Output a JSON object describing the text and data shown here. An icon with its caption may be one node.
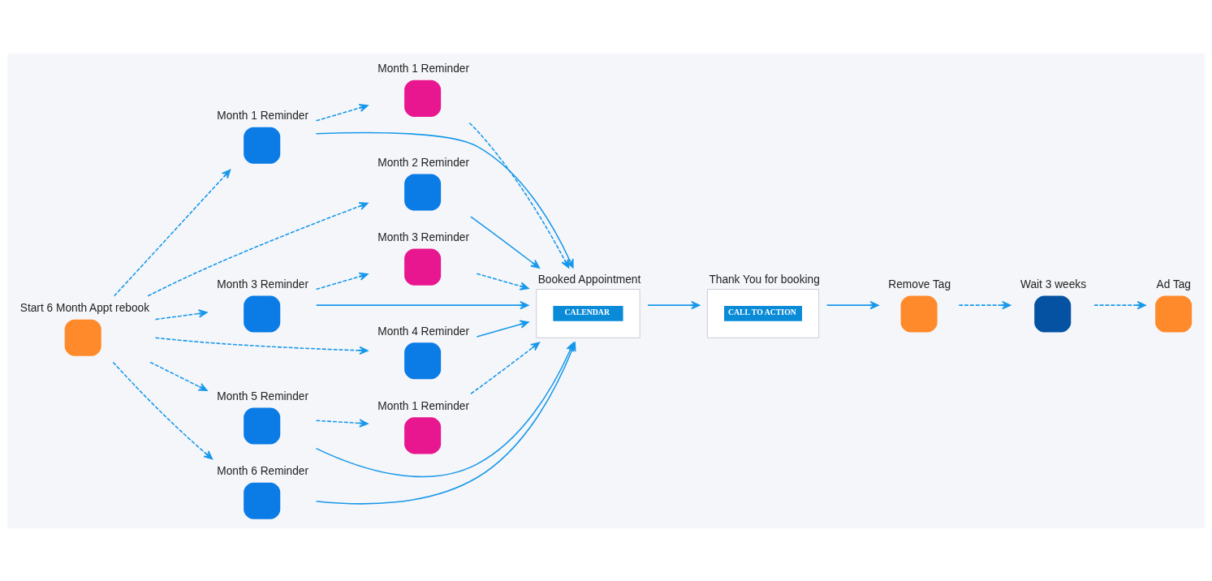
{
  "diagram": {
    "nodes": [
      {
        "text": [
          "Start 6 Month Appt rebook"
        ]
      },
      {
        "text": [
          "Month 1 Reminder"
        ]
      },
      {
        "text": [
          "Month 1 Reminder"
        ]
      },
      {
        "text": [
          "Month 2 Reminder"
        ]
      },
      {
        "text": [
          "Month 3 Reminder"
        ]
      },
      {
        "text": [
          "Month 3 Reminder"
        ]
      },
      {
        "text": [
          "Month 4 Reminder"
        ]
      },
      {
        "text": [
          "Month 1 Reminder"
        ]
      },
      {
        "text": [
          "Month 5 Reminder"
        ]
      },
      {
        "text": [
          "Month 6 Reminder"
        ]
      },
      {
        "text": [
          "Booked Appointment",
          "CALENDAR"
        ]
      },
      {
        "text": [
          "Thank You for booking",
          "CALL TO ACTION"
        ]
      },
      {
        "text": [
          "Remove Tag"
        ]
      },
      {
        "text": [
          "Wait 3 weeks"
        ]
      },
      {
        "text": [
          "Ad Tag"
        ]
      }
    ],
    "edges": [
      {
        "from": 0,
        "to": 1,
        "arrow": "to",
        "style": "dashed"
      },
      {
        "from": 0,
        "to": 3,
        "arrow": "to",
        "style": "dashed"
      },
      {
        "from": 0,
        "to": 5,
        "arrow": "to",
        "style": "dashed"
      },
      {
        "from": 0,
        "to": 6,
        "arrow": "to",
        "style": "dashed"
      },
      {
        "from": 0,
        "to": 8,
        "arrow": "to",
        "style": "dashed"
      },
      {
        "from": 0,
        "to": 9,
        "arrow": "to",
        "style": "dashed"
      },
      {
        "from": 1,
        "to": 2,
        "arrow": "to",
        "style": "dashed"
      },
      {
        "from": 1,
        "to": 10,
        "arrow": "to"
      },
      {
        "from": 2,
        "to": 10,
        "arrow": "to",
        "style": "dashed"
      },
      {
        "from": 3,
        "to": 10,
        "arrow": "to"
      },
      {
        "from": 5,
        "to": 4,
        "arrow": "to",
        "style": "dashed"
      },
      {
        "from": 4,
        "to": 10,
        "arrow": "to",
        "style": "dashed"
      },
      {
        "from": 5,
        "to": 10,
        "arrow": "to"
      },
      {
        "from": 6,
        "to": 10,
        "arrow": "to"
      },
      {
        "from": 8,
        "to": 10,
        "arrow": "to"
      },
      {
        "from": 8,
        "to": 7,
        "arrow": "to",
        "style": "dashed"
      },
      {
        "from": 7,
        "to": 10,
        "arrow": "to",
        "style": "dashed"
      },
      {
        "from": 9,
        "to": 10,
        "arrow": "to"
      },
      {
        "from": 10,
        "to": 11,
        "arrow": "to"
      },
      {
        "from": 11,
        "to": 12,
        "arrow": "to"
      },
      {
        "from": 12,
        "to": 13,
        "arrow": "to",
        "style": "dashed"
      },
      {
        "from": 13,
        "to": 14,
        "arrow": "to",
        "style": "dashed"
      }
    ]
  }
}
